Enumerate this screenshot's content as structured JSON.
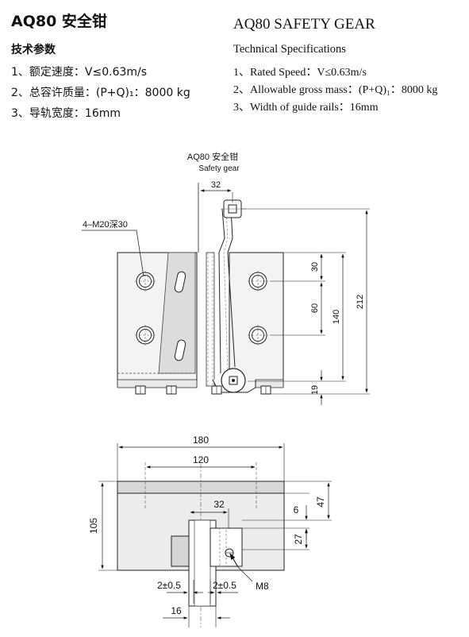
{
  "header": {
    "cn_title": "AQ80 安全钳",
    "cn_subtitle": "技术参数",
    "cn_specs": [
      "1、额定速度：V≤0.63m/s",
      "2、总容许质量：(P+Q)₁：8000 kg",
      "3、导轨宽度：16mm"
    ],
    "en_title": "AQ80 SAFETY GEAR",
    "en_subtitle": "Technical Specifications",
    "en_specs": [
      "1、Rated Speed：V≤0.63m/s",
      "2、Allowable gross mass：(P+Q)₁：8000 kg",
      "3、Width of guide rails：16mm"
    ]
  },
  "front_view": {
    "caption_cn": "AQ80 安全钳",
    "caption_en": "Safety gear",
    "hole_label": "4–M20深30",
    "dim_top": "32",
    "dim_30": "30",
    "dim_60": "60",
    "dim_140": "140",
    "dim_212": "212",
    "dim_19": "19"
  },
  "top_view": {
    "dim_180": "180",
    "dim_120": "120",
    "dim_32": "32",
    "dim_6": "6",
    "dim_47": "47",
    "dim_105": "105",
    "dim_27": "27",
    "bolt_label": "M8",
    "tol_left": "2±0.5",
    "tol_right": "2±0.5",
    "dim_16": "16"
  }
}
